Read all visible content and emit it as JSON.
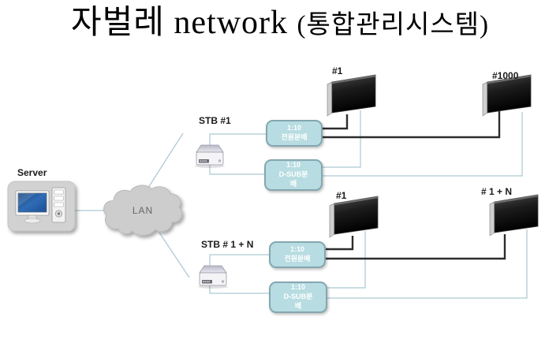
{
  "title": {
    "main": "자벌레 network",
    "sub": "(통합관리시스템)"
  },
  "server": {
    "label": "Server"
  },
  "lan": {
    "label": "LAN"
  },
  "groups": [
    {
      "stb_label": "STB #1",
      "power_box": {
        "line1": "1:10",
        "line2": "전원분배"
      },
      "dsub_box": {
        "line1": "1:10",
        "line2": "D-SUB분배"
      },
      "monitors": [
        {
          "label": "#1"
        },
        {
          "label": "#1000"
        }
      ]
    },
    {
      "stb_label": "STB # 1 + N",
      "power_box": {
        "line1": "1:10",
        "line2": "전원분배"
      },
      "dsub_box": {
        "line1": "1:10",
        "line2": "D-SUB분배"
      },
      "monitors": [
        {
          "label": "#1"
        },
        {
          "label": "# 1 + N"
        }
      ]
    }
  ],
  "colors": {
    "distribution_box_fill": "#b7dce1",
    "distribution_box_border": "#84a7b0",
    "signal_line_light": "#aac9d2",
    "power_line_dark": "#2d2d2d",
    "cloud_fill": "#cdcdcd",
    "server_box_fill": "#d2d2d2",
    "monitor_screen": "#111111"
  }
}
